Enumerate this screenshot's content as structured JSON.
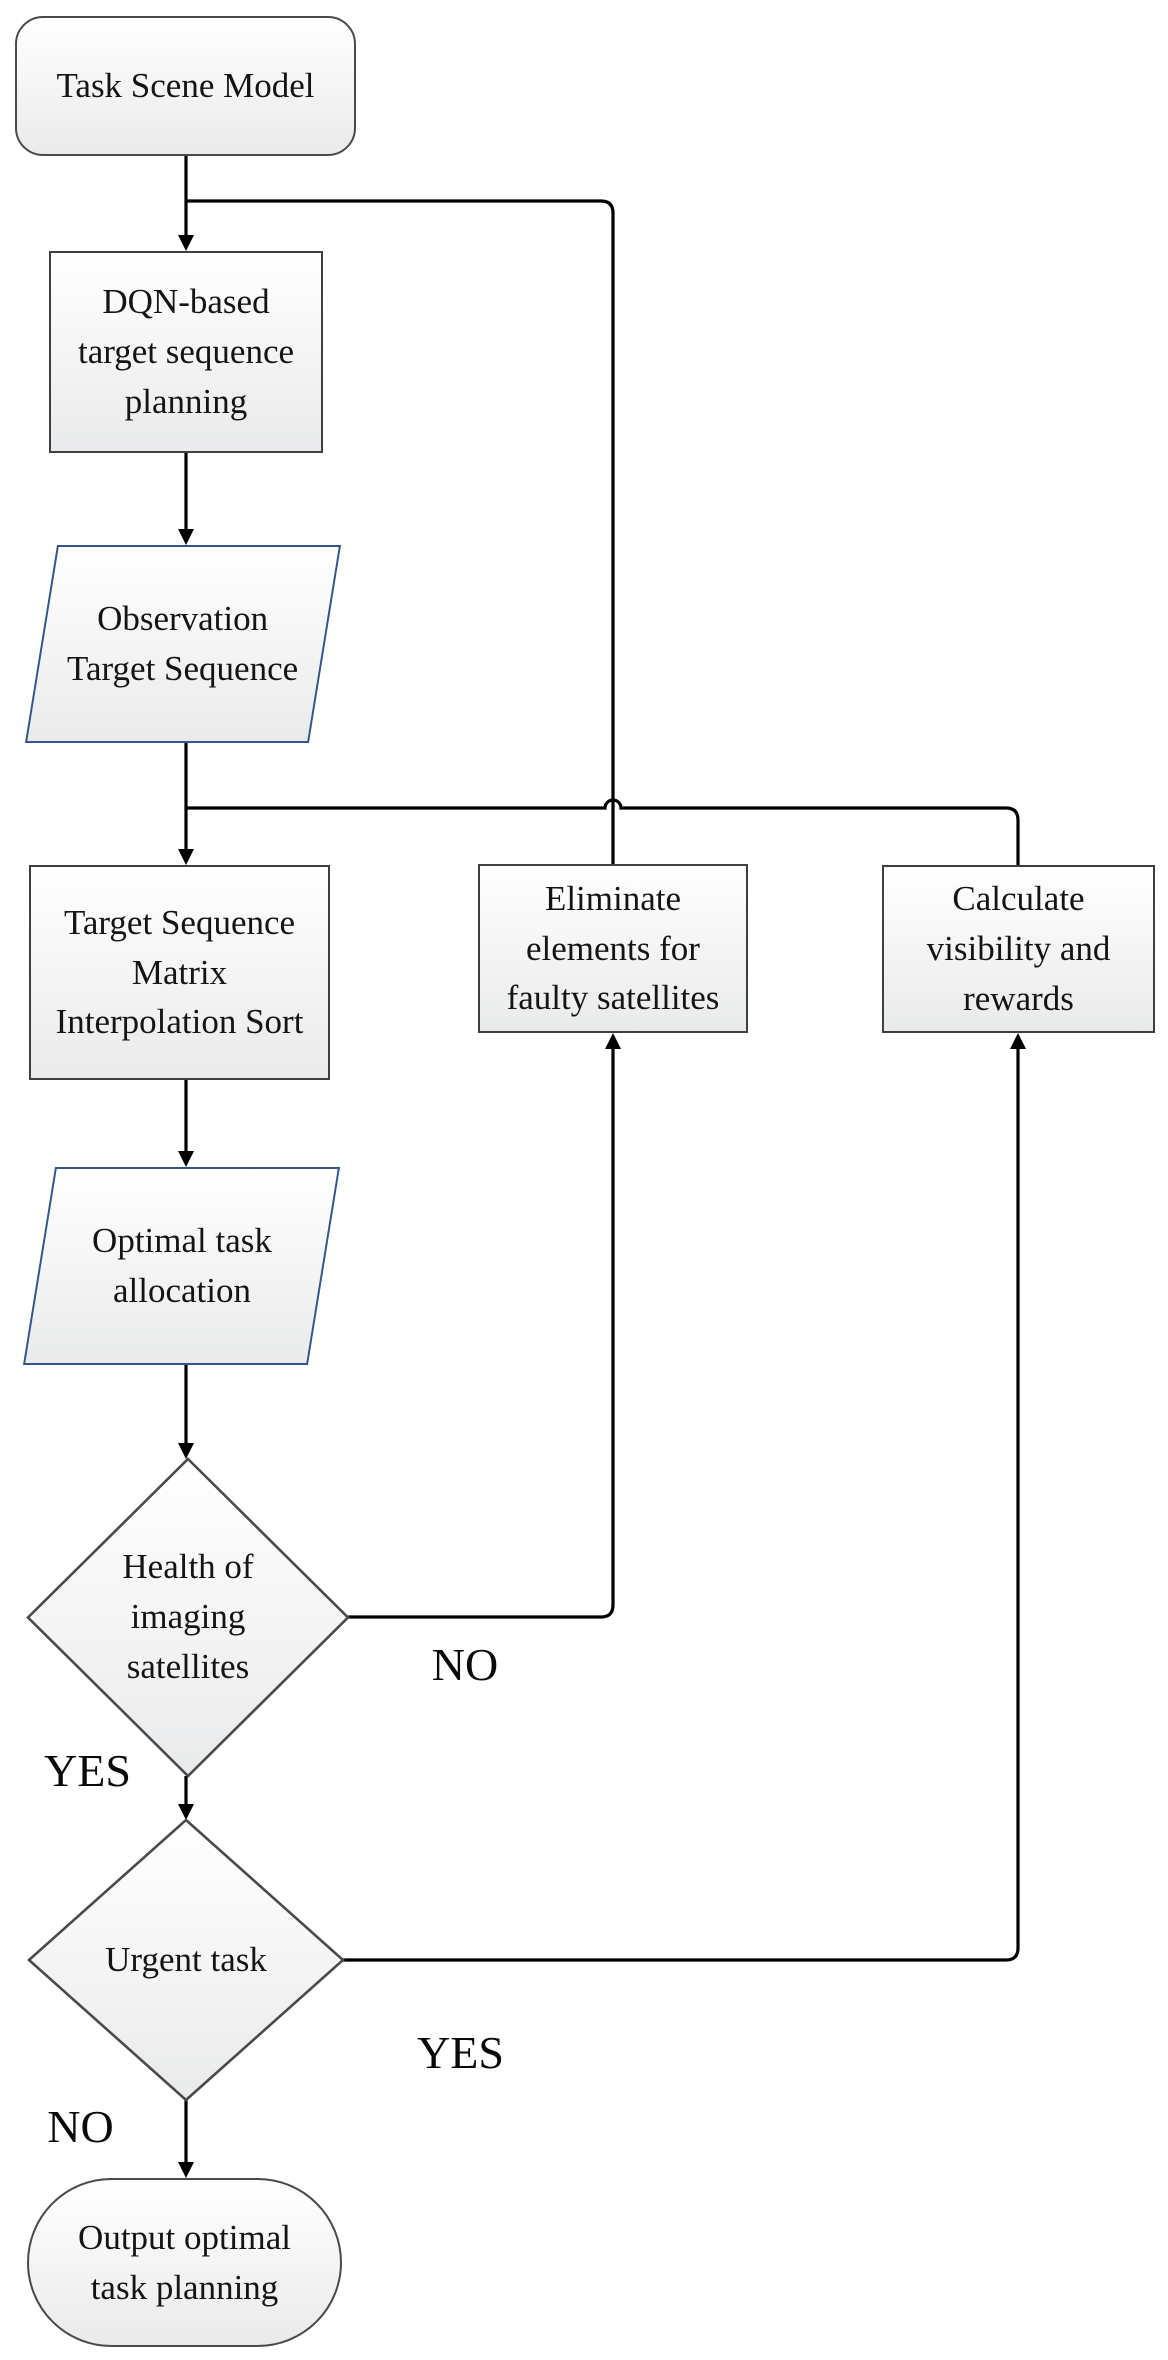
{
  "diagram": {
    "type": "flowchart",
    "nodes": {
      "task_scene_model": {
        "label": "Task Scene Model",
        "shape": "terminator"
      },
      "dqn_planning": {
        "label": "DQN-based\ntarget sequence\nplanning",
        "shape": "process"
      },
      "observation_sequence": {
        "label": "Observation\nTarget Sequence",
        "shape": "data"
      },
      "target_matrix_sort": {
        "label": "Target Sequence\nMatrix\nInterpolation Sort",
        "shape": "process"
      },
      "eliminate_elements": {
        "label": "Eliminate\nelements for\nfaulty satellites",
        "shape": "process"
      },
      "calculate_visibility": {
        "label": "Calculate\nvisibility and\nrewards",
        "shape": "process"
      },
      "optimal_allocation": {
        "label": "Optimal task\nallocation",
        "shape": "data"
      },
      "health_decision": {
        "label": "Health of\nimaging\nsatellites",
        "shape": "decision"
      },
      "urgent_decision": {
        "label": "Urgent task",
        "shape": "decision"
      },
      "output_planning": {
        "label": "Output optimal\ntask planning",
        "shape": "terminator"
      }
    },
    "edges": [
      {
        "from": "task_scene_model",
        "to": "dqn_planning",
        "label": ""
      },
      {
        "from": "dqn_planning",
        "to": "observation_sequence",
        "label": ""
      },
      {
        "from": "observation_sequence",
        "to": "target_matrix_sort",
        "label": ""
      },
      {
        "from": "target_matrix_sort",
        "to": "optimal_allocation",
        "label": ""
      },
      {
        "from": "optimal_allocation",
        "to": "health_decision",
        "label": ""
      },
      {
        "from": "health_decision",
        "to": "eliminate_elements",
        "label": "NO"
      },
      {
        "from": "eliminate_elements",
        "to": "dqn_planning",
        "label": ""
      },
      {
        "from": "health_decision",
        "to": "urgent_decision",
        "label": "YES"
      },
      {
        "from": "urgent_decision",
        "to": "calculate_visibility",
        "label": "YES"
      },
      {
        "from": "calculate_visibility",
        "to": "target_matrix_sort",
        "label": ""
      },
      {
        "from": "urgent_decision",
        "to": "output_planning",
        "label": "NO"
      }
    ],
    "colors": {
      "connector": "#000000",
      "process_border": "#3f3f3f",
      "terminator_border": "#4a4a4a",
      "data_border": "#30568c",
      "fill_top": "#ffffff",
      "fill_bottom": "#e9eaeb"
    }
  }
}
